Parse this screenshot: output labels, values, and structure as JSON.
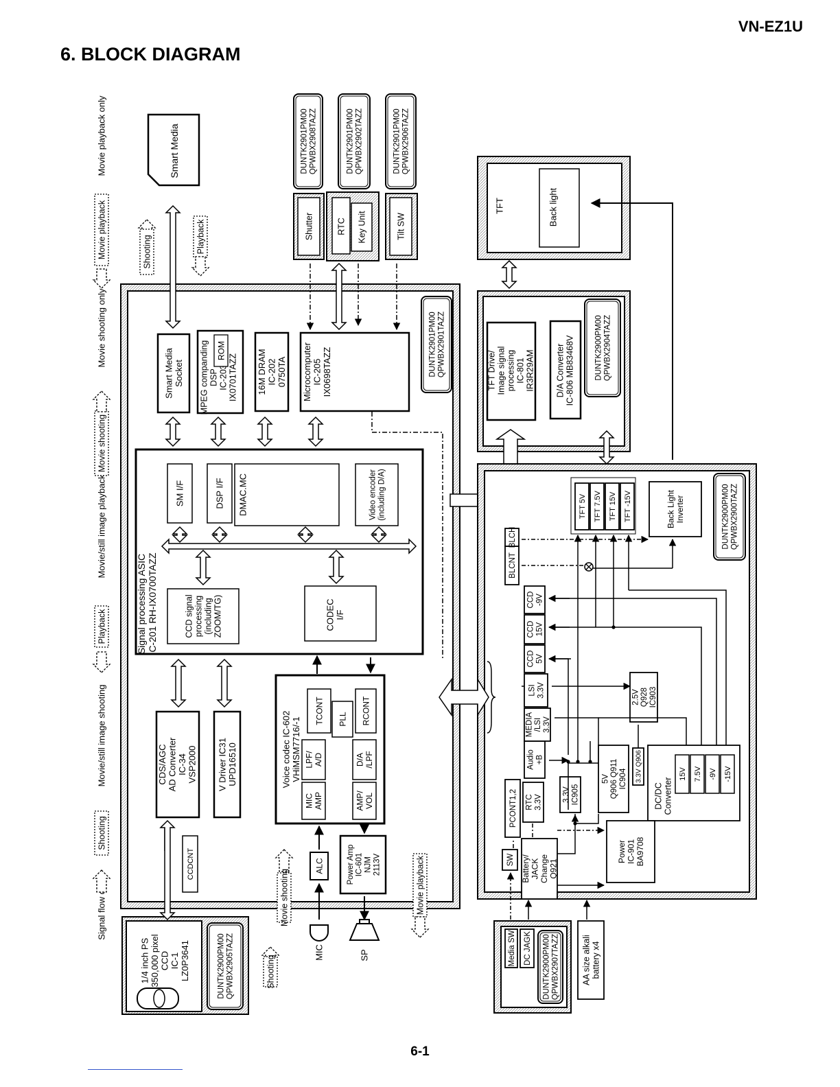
{
  "header": {
    "model": "VN-EZ1U",
    "title": "6. BLOCK DIAGRAM",
    "page": "6-1"
  },
  "legend": {
    "title": "Signal flow chart",
    "items": [
      {
        "label": "Shooting",
        "desc": "Movie/still image shooting"
      },
      {
        "label": "Playback",
        "desc": "Movie/still image playback"
      },
      {
        "label": "Movie shooting",
        "desc": "Movie shooting only"
      },
      {
        "label": "Movie playback",
        "desc": "Movie playback only"
      }
    ]
  },
  "ccd_board": {
    "lines": [
      "1/4 inch PS",
      "350,000 pixel",
      "CCD",
      "IC-1",
      "LZ0P3641"
    ],
    "part": [
      "DUNTK2900PM00",
      "QPWBX2905TAZZ"
    ]
  },
  "main_board": {
    "part": [
      "DUNTK2901PM00",
      "QPWBX2901TAZZ"
    ]
  },
  "cds": {
    "lines": [
      "CDS/AGC",
      "AD Converter",
      "IC-34",
      "VSP2000"
    ]
  },
  "vdriver": {
    "lines": [
      "V Driver IC31",
      "UPD16510"
    ]
  },
  "ccdcnt": "CCDCNT",
  "asic": {
    "title": [
      "Signal processing ASIC",
      "IC-201 RH-IX0700TAZZ"
    ],
    "ccd_signal": [
      "CCD signal",
      "processing",
      "(including",
      "ZOOM/TG)"
    ],
    "codec_if": [
      "CODEC",
      "I/F"
    ],
    "sm_if": "SM I/F",
    "dsp_if": "DSP I/F",
    "dmac": "DMAC.MC",
    "video_enc": [
      "Video encoder",
      "(including D/A)"
    ]
  },
  "smart_socket": [
    "Smart Media",
    "Socket"
  ],
  "mpeg": {
    "lines": [
      "MPEG companding",
      "DSP",
      "IC-203",
      "IX0701TAZZ"
    ],
    "rom": "ROM"
  },
  "dram": [
    "16M DRAM",
    "IC-202",
    "0750TA"
  ],
  "micro": [
    "Microcomputer",
    "IC-205",
    "IX0698TAZZ"
  ],
  "smart_media": "Smart Media",
  "shutter": {
    "label": "Shutter",
    "part": [
      "DUNTK2901PM00",
      "QPWBX2908TAZZ"
    ]
  },
  "keyunit": {
    "rtc": "RTC",
    "key": "Key Unit",
    "part": [
      "DUNTK2901PM00",
      "QPWBX2902TAZZ"
    ]
  },
  "tiltsw": {
    "label": "Tilt SW",
    "part": [
      "DUNTK2901PM00",
      "QPWBX2906TAZZ"
    ]
  },
  "voice": {
    "title": [
      "Voice codec IC-602",
      "VHiMSM7716/-1"
    ],
    "tcont": "TCONT",
    "pll": "PLL",
    "rcont": "RCONT",
    "lpf_ad": [
      "LPF/",
      "A/D"
    ],
    "da_lpf": [
      "D/A",
      "/LPF"
    ],
    "mic_amp": [
      "MIC",
      "AMP"
    ],
    "amp_vol": [
      "AMP/",
      "VOL"
    ]
  },
  "alc": "ALC",
  "power_amp": [
    "Power Amp",
    "IC-601",
    "NJM",
    "2113V"
  ],
  "mic": "MIC",
  "sp": "SP",
  "tft_panel": {
    "tft": "TFT",
    "backlight": "Back light"
  },
  "tft_board": {
    "drive": [
      "TFT Drive/",
      "Image signal",
      "processing",
      "IC-801",
      "IR3R29AM"
    ],
    "da": [
      "D/A Converter",
      "IC-806 MB83468V"
    ],
    "part": [
      "DUNTK2900PM00",
      "QPWBX2904TAZZ"
    ]
  },
  "power_board": {
    "part": [
      "DUNTK2900PM00",
      "QPWBX2900TAZZ"
    ],
    "sw": "SW",
    "battery": [
      "Battery/",
      "JACK",
      "Change",
      "Q921"
    ],
    "pcont": "PCONT1,2",
    "rtc33": [
      "RTC",
      "3.3V"
    ],
    "ic905": [
      "3.3V",
      "IC905"
    ],
    "audio": [
      "Audio",
      "+B"
    ],
    "media": [
      "MEDIA",
      "/LSI",
      "3.3V"
    ],
    "lsi": [
      "LSI",
      "3.3V"
    ],
    "ccd5": [
      "CCD",
      "5V"
    ],
    "ccd15": [
      "CCD",
      "15V"
    ],
    "ccd9": [
      "CCD",
      "-9V"
    ],
    "blcnt": "BLCNT",
    "blch": "BLCH",
    "q906": [
      "5V",
      "Q906 Q911",
      "IC904"
    ],
    "q906b": "3.3V Q906",
    "q928": [
      "2.5V",
      "Q928",
      "IC903"
    ],
    "dcdc": [
      "DC/DC",
      "Converter"
    ],
    "dcdc_out": [
      "15V",
      "7.5V",
      "-9V",
      "-15V"
    ],
    "power": [
      "Power",
      "IC-901",
      "BA9708"
    ],
    "tft_rails": [
      "TFT 5V",
      "TFT 7.5V",
      "TFT 15V",
      "TFT -15V"
    ],
    "bl_inv": [
      "Back Light",
      "Inverter"
    ]
  },
  "media_board": {
    "media_sw": "Media SW",
    "dc_jack": "DC JAGK",
    "part": [
      "DUNTK2900PM00",
      "QPWBX2907TAZZ"
    ]
  },
  "battery": [
    "AA size alkali",
    "battery x4"
  ],
  "flow": {
    "shooting": "Shooting",
    "playback": "Playback",
    "movie_shooting": "Movie shooting",
    "movie_playback": "Movie playback"
  }
}
